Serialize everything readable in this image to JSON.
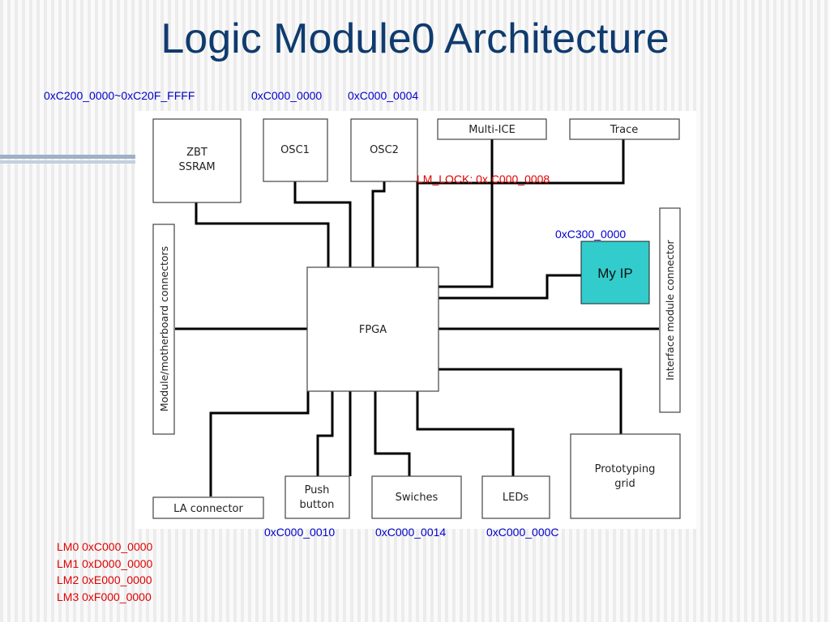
{
  "slide": {
    "title": "Logic Module0 Architecture"
  },
  "addresses": {
    "zbt": "0xC200_0000~0xC20F_FFFF",
    "osc1": "0xC000_0000",
    "osc2": "0xC000_0004",
    "lm_lock": "LM_LOCK: 0x C000_0008",
    "my_ip": "0xC300_0000",
    "push_button": "0xC000_0010",
    "switches": "0xC000_0014",
    "leds": "0xC000_000C"
  },
  "blocks": {
    "zbt_line1": "ZBT",
    "zbt_line2": "SSRAM",
    "osc1": "OSC1",
    "osc2": "OSC2",
    "multi_ice": "Multi-ICE",
    "trace": "Trace",
    "fpga": "FPGA",
    "my_ip": "My IP",
    "interface_connector": "Interface module connector",
    "module_connectors": "Module/motherboard connectors",
    "la_connector": "LA connector",
    "push_line1": "Push",
    "push_line2": "button",
    "switches": "Swiches",
    "leds": "LEDs",
    "proto_line1": "Prototyping",
    "proto_line2": "grid"
  },
  "colors": {
    "title": "#0f3b6e",
    "address_text": "#0000cc",
    "highlight_text": "#e00000",
    "my_ip_fill": "#33cccc"
  },
  "logic_modules": [
    "LM0 0xC000_0000",
    "LM1 0xD000_0000",
    "LM2 0xE000_0000",
    "LM3 0xF000_0000"
  ]
}
